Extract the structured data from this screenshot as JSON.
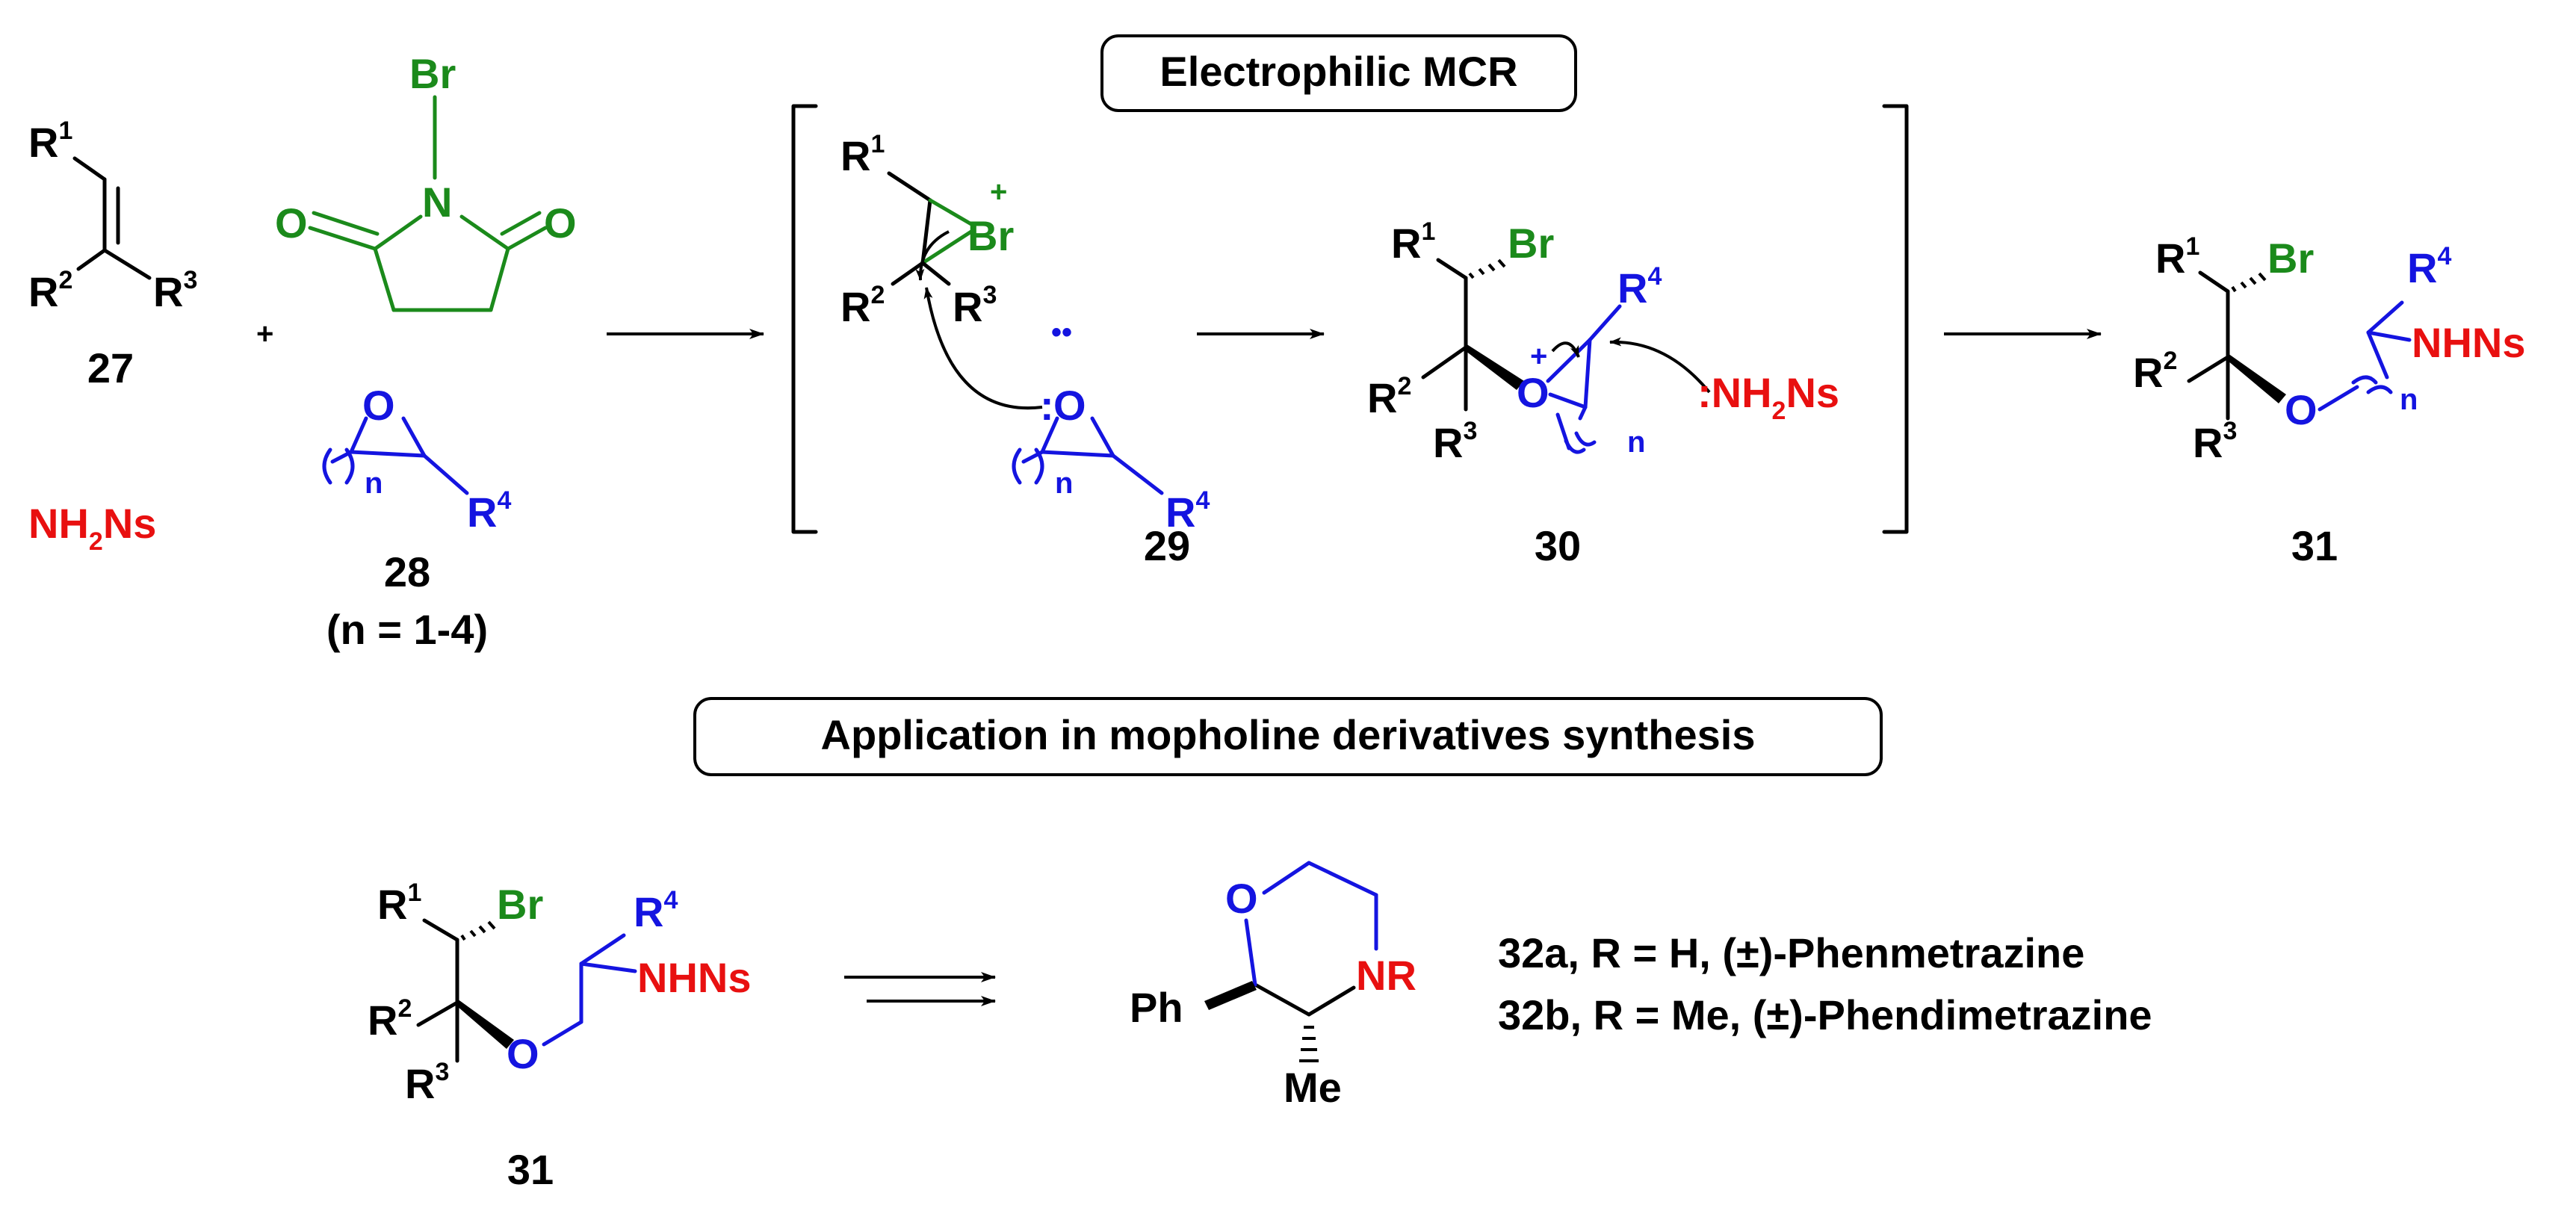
{
  "colors": {
    "black": "#000000",
    "green": "#1b8a1b",
    "blue": "#1414e0",
    "red": "#e81010"
  },
  "titles": {
    "top": "Electrophilic MCR",
    "bottom": "Application in mopholine derivatives synthesis"
  },
  "groups": {
    "r1": "R",
    "r2": "R",
    "r3": "R",
    "r4": "R",
    "sup1": "1",
    "sup2": "2",
    "sup3": "3",
    "sup4": "4",
    "br": "Br",
    "o": "O",
    "n": "N",
    "n_small": "n",
    "nh2ns_a": "NH",
    "nh2ns_sub": "2",
    "nh2ns_b": "Ns",
    "nhns": "NHNs",
    "nr": "NR",
    "ph": "Ph",
    "me": "Me",
    "plus_sign": "+",
    "colon": ":",
    "lone_pair": "••"
  },
  "labels": {
    "c27": "27",
    "c28": "28",
    "c28_note": "(n = 1-4)",
    "c29": "29",
    "c30": "30",
    "c31": "31",
    "c31b": "31"
  },
  "products": {
    "p32a": "32a, R = H, (±)-Phenmetrazine",
    "p32b": "32b, R = Me, (±)-Phendimetrazine"
  }
}
